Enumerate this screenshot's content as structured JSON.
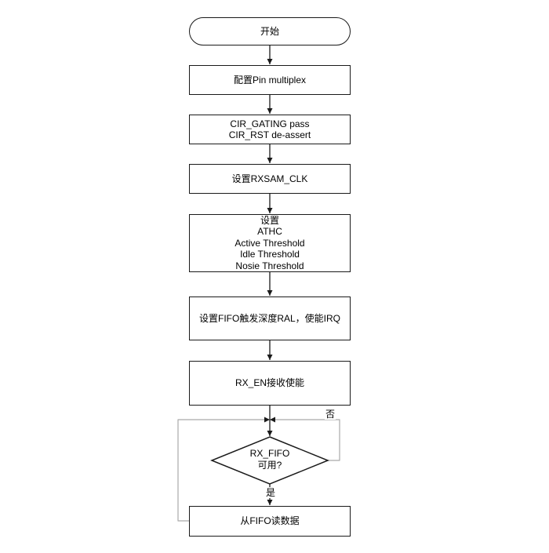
{
  "flowchart": {
    "nodes": {
      "start": {
        "label": "开始"
      },
      "pin_multiplex": {
        "label": "配置Pin multiplex"
      },
      "cir_gating": {
        "label": "CIR_GATING pass\nCIR_RST de-assert"
      },
      "rxsam_clk": {
        "label": "设置RXSAM_CLK"
      },
      "thresholds": {
        "label": "设置\nATHC\nActive Threshold\nIdle Threshold\nNosie Threshold"
      },
      "fifo_depth_irq": {
        "label": "设置FIFO触发深度RAL，使能IRQ"
      },
      "rx_enable": {
        "label": "RX_EN接收使能"
      },
      "fifo_available": {
        "label": "RX_FIFO\n可用?"
      },
      "read_fifo": {
        "label": "从FIFO读数据"
      }
    },
    "edge_labels": {
      "no": "否",
      "yes": "是"
    },
    "colors": {
      "flow_line": "#1a1a1a",
      "loop_line": "#a9a9a9",
      "node_border": "#1a1a1a",
      "background": "#ffffff",
      "text": "#000000"
    }
  }
}
